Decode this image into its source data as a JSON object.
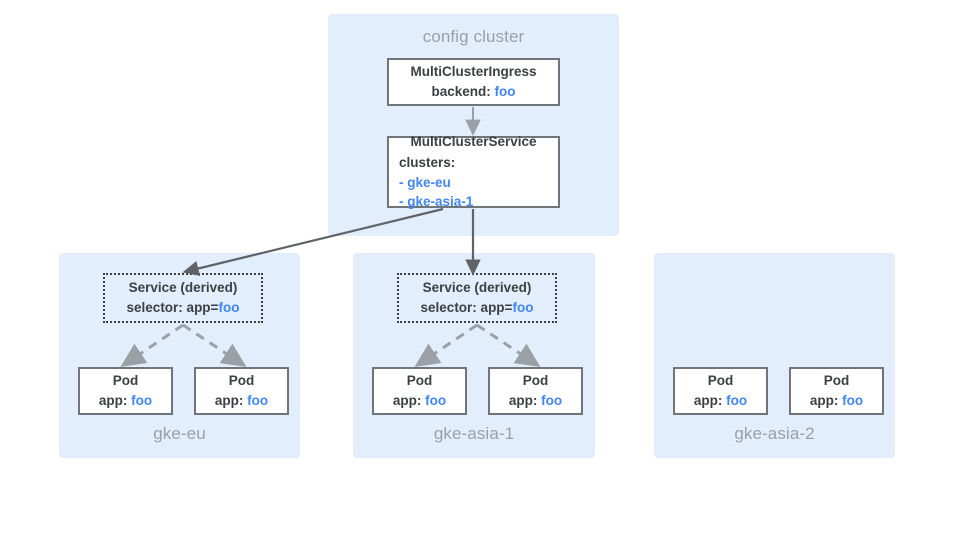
{
  "diagram": {
    "title_config_cluster": "config cluster",
    "config_cluster": {
      "label": "config cluster",
      "resources": [
        {
          "kind": "MultiClusterIngress",
          "field_label": "backend:",
          "field_value": "foo"
        },
        {
          "kind": "MultiClusterService",
          "field_label": "clusters:",
          "members": [
            "- gke-eu",
            "- gke-asia-1"
          ]
        }
      ]
    },
    "clusters": [
      {
        "name": "gke-eu",
        "has_derived_service": true,
        "service": {
          "title": "Service (derived)",
          "selector_label": "selector: app=",
          "selector_value": "foo"
        },
        "pods": [
          {
            "title": "Pod",
            "label": "app:",
            "value": "foo"
          },
          {
            "title": "Pod",
            "label": "app:",
            "value": "foo"
          }
        ]
      },
      {
        "name": "gke-asia-1",
        "has_derived_service": true,
        "service": {
          "title": "Service (derived)",
          "selector_label": "selector: app=",
          "selector_value": "foo"
        },
        "pods": [
          {
            "title": "Pod",
            "label": "app:",
            "value": "foo"
          },
          {
            "title": "Pod",
            "label": "app:",
            "value": "foo"
          }
        ]
      },
      {
        "name": "gke-asia-2",
        "has_derived_service": false,
        "pods": [
          {
            "title": "Pod",
            "label": "app:",
            "value": "foo"
          },
          {
            "title": "Pod",
            "label": "app:",
            "value": "foo"
          }
        ]
      }
    ],
    "colors": {
      "panel_background": "#e2eefb",
      "accent_blue": "#4285f4",
      "box_border": "#70757a",
      "text_dark": "#3c4043",
      "text_muted": "#9aa0a6",
      "arrow_solid": "#5f6368",
      "arrow_dashed": "#9aa0a6",
      "canvas": "#ffffff"
    }
  }
}
